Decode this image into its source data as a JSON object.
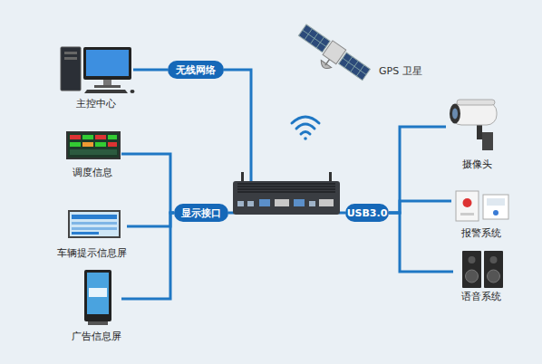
{
  "diagram": {
    "nodes": [
      {
        "text": [
          "主控中心"
        ]
      },
      {
        "text": [
          "无线网络"
        ]
      },
      {
        "text": [
          "GPS 卫星"
        ]
      },
      {
        "text": [
          "调度信息"
        ]
      },
      {
        "text": [
          "车辆提示信息屏"
        ]
      },
      {
        "text": [
          "广告信息屏"
        ]
      },
      {
        "text": [
          "显示接口"
        ]
      },
      {
        "text": [
          "USB3.0"
        ]
      },
      {
        "text": [
          "摄像头"
        ]
      },
      {
        "text": [
          "报警系统"
        ]
      },
      {
        "text": [
          "语音系统"
        ]
      }
    ],
    "edges": [
      {
        "from": 0,
        "to": 1,
        "arrow": "none"
      },
      {
        "from": 3,
        "to": 6,
        "arrow": "none"
      },
      {
        "from": 4,
        "to": 6,
        "arrow": "none"
      },
      {
        "from": 5,
        "to": 6,
        "arrow": "none"
      },
      {
        "from": 7,
        "to": 8,
        "arrow": "none"
      },
      {
        "from": 7,
        "to": 9,
        "arrow": "none"
      },
      {
        "from": 7,
        "to": 10,
        "arrow": "none"
      }
    ]
  }
}
